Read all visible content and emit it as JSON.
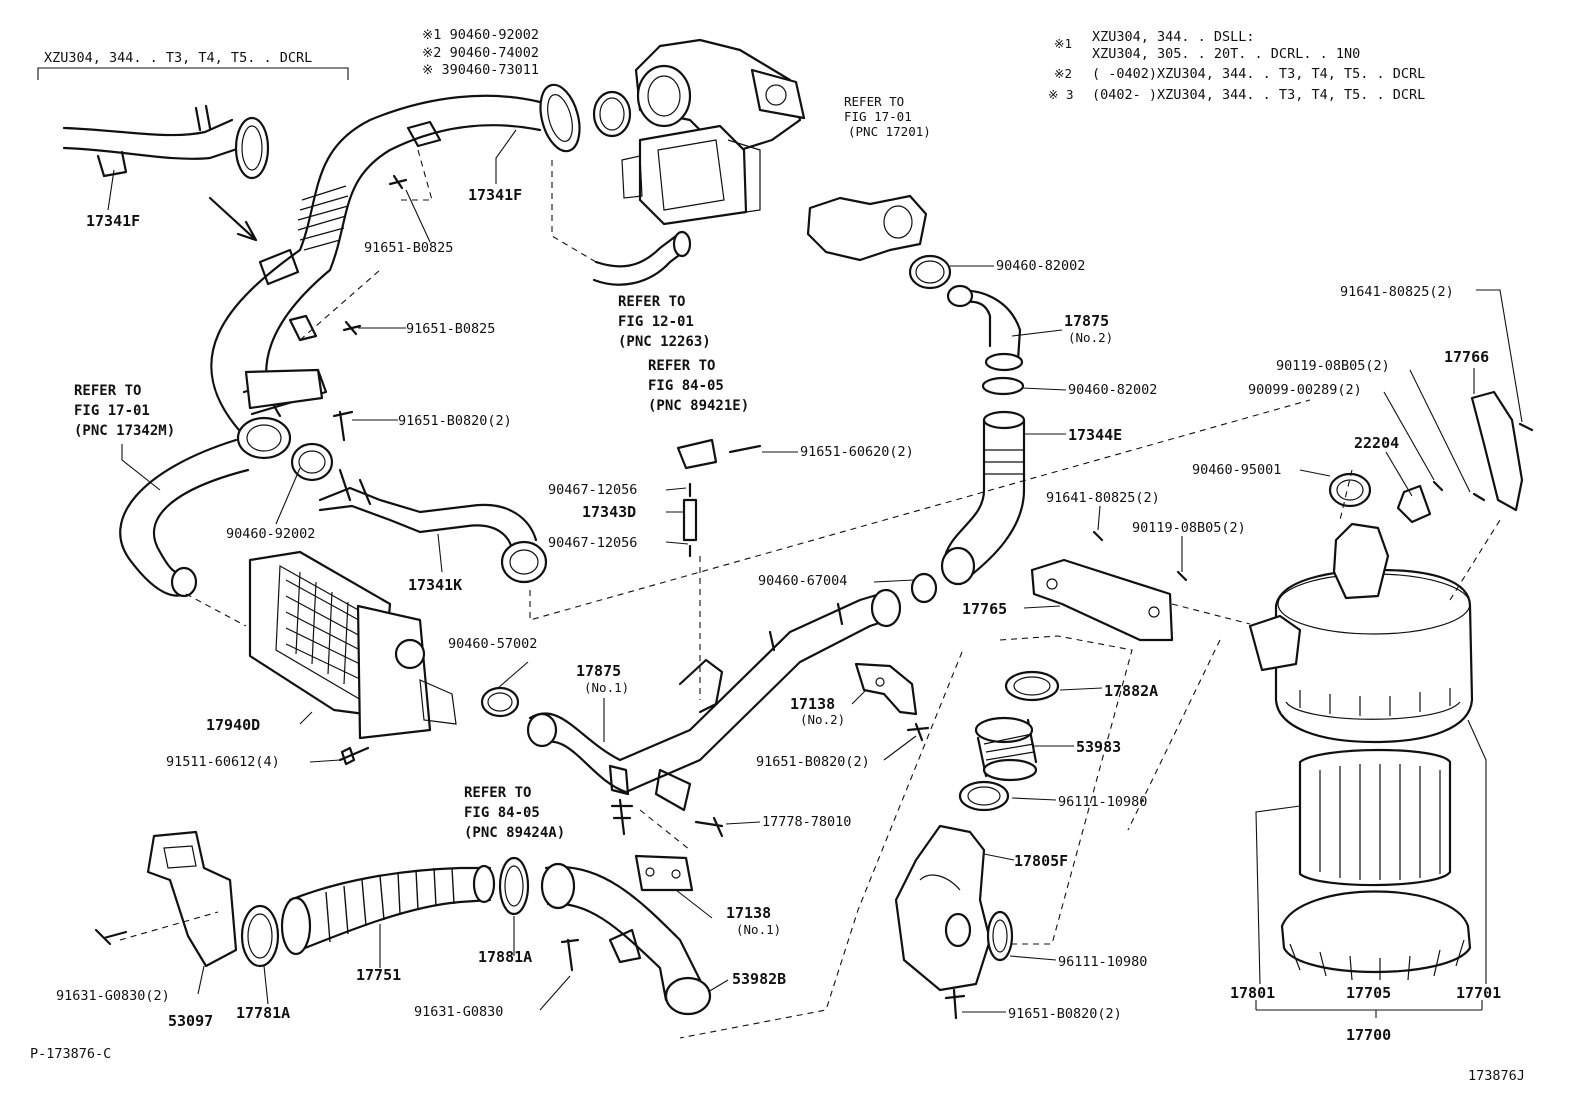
{
  "header_left": "XZU304, 344. . T3, T4, T5. . DCRL",
  "top_notes": [
    "※1 90460-92002",
    "※2 90460-74002",
    "※ 390460-73011"
  ],
  "legend": [
    "※1",
    "XZU304, 344. . DSLL:",
    "XZU304, 305. . 20T. . DCRL. . 1N0",
    "※2",
    "(      -0402)XZU304, 344. . T3, T4, T5. . DCRL",
    "※ 3",
    "(0402-      )XZU304, 344. . T3, T4, T5. . DCRL"
  ],
  "refers": [
    [
      "REFER TO",
      "FIG 17-01",
      "(PNC 17201)"
    ],
    [
      "REFER TO",
      "FIG 12-01",
      "(PNC 12263)"
    ],
    [
      "REFER TO",
      "FIG 84-05",
      "(PNC 89421E)"
    ],
    [
      "REFER TO",
      "FIG 17-01",
      "(PNC 17342M)"
    ],
    [
      "REFER TO",
      "FIG 84-05",
      "(PNC 89424A)"
    ]
  ],
  "part_numbers": [
    "17341F",
    "17341F",
    "91651-B0825",
    "91651-B0825",
    "91651-B0820(2)",
    "90460-92002",
    "17341K",
    "17940D",
    "91511-60612(4)",
    "90460-57002",
    "17875",
    "(No.1)",
    "90460-82002",
    "17875",
    "(No.2)",
    "90460-82002",
    "17344E",
    "91651-60620(2)",
    "90467-12056",
    "17343D",
    "90467-12056",
    "90460-67004",
    "17765",
    "91641-80825(2)",
    "90119-08B05(2)",
    "17138",
    "(No.2)",
    "91651-B0820(2)",
    "17778-78010",
    "17882A",
    "53983",
    "96111-10980",
    "17805F",
    "96111-10980",
    "91651-B0820(2)",
    "91641-80825(2)",
    "17766",
    "90119-08B05(2)",
    "90099-00289(2)",
    "22204",
    "90460-95001",
    "17138",
    "(No.1)",
    "53982B",
    "17881A",
    "91631-G0830",
    "17751",
    "17781A",
    "91631-G0830(2)",
    "53097",
    "17801",
    "17705",
    "17701",
    "17700"
  ],
  "footer_left": "P-173876-C",
  "footer_right": "173876J"
}
